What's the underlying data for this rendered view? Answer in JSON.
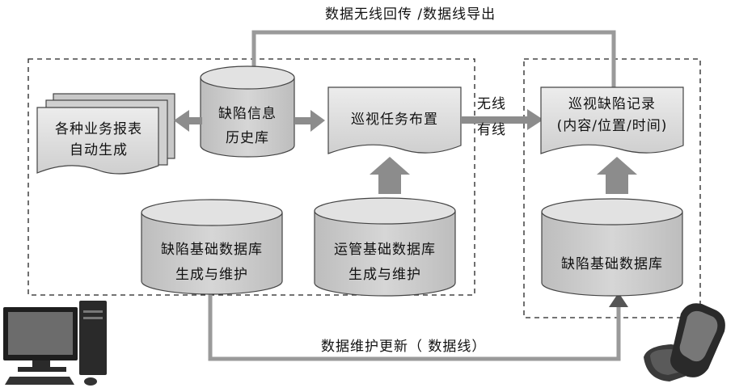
{
  "diagram": {
    "top_arrow_label": "数据无线回传 /数据线导出",
    "bottom_arrow_label": "数据维护更新（ 数据线）",
    "link_label_line1": "无线",
    "link_label_line2": "有线",
    "reports": {
      "line1": "各种业务报表",
      "line2": "自动生成"
    },
    "history_db": {
      "line1": "缺陷信息",
      "line2": "历史库"
    },
    "task_layout": {
      "line1": "巡视任务布置"
    },
    "defect_base_db": {
      "line1": "缺陷基础数据库",
      "line2": "生成与维护"
    },
    "ops_base_db": {
      "line1": "运管基础数据库",
      "line2": "生成与维护"
    },
    "patrol_record": {
      "line1": "巡视缺陷记录",
      "line2": "(内容/位置/时间)"
    },
    "mobile_db": {
      "line1": "缺陷基础数据库"
    }
  },
  "colors": {
    "shape_fill": "#cfcfcf",
    "shape_top": "#e4e4e4",
    "arrow": "#8c8c8c",
    "line": "#9a9a9a"
  },
  "icons": [
    "desktop-computer-icon",
    "handheld-device-icon"
  ]
}
